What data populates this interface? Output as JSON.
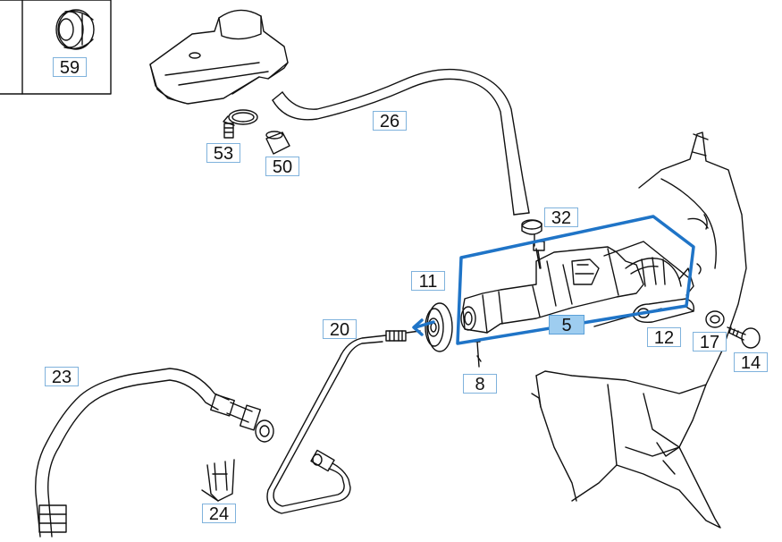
{
  "diagram": {
    "accent_color": "#1f74c7",
    "highlight_fill": "#9ecdf0",
    "callouts": {
      "c59": "59",
      "c26": "26",
      "c53": "53",
      "c50": "50",
      "c32": "32",
      "c11": "11",
      "c20": "20",
      "c5": "5",
      "c12": "12",
      "c17": "17",
      "c14": "14",
      "c8": "8",
      "c23": "23",
      "c24": "24"
    }
  }
}
